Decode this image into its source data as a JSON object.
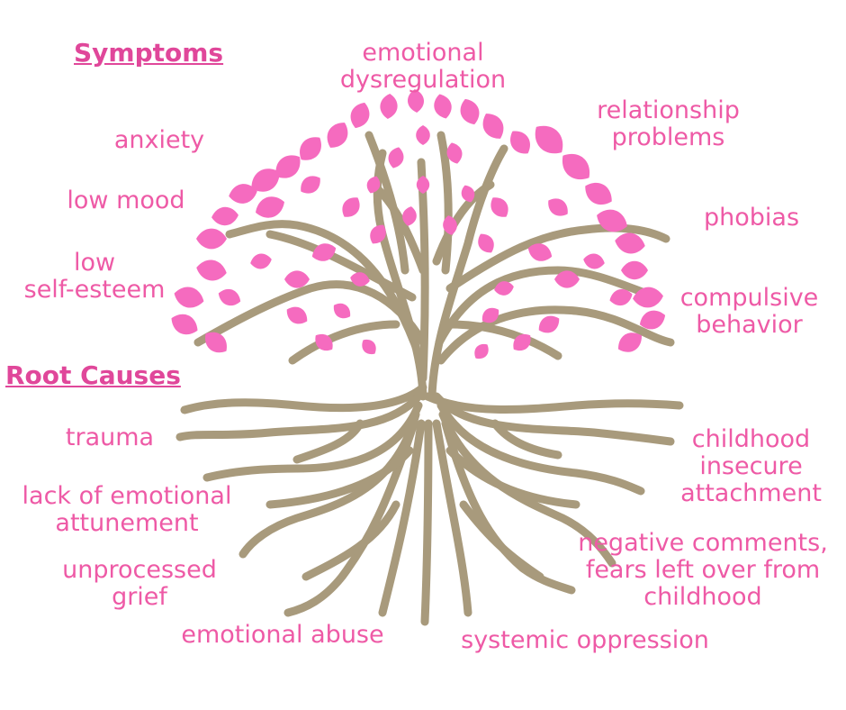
{
  "headings": {
    "symptoms": "Symptoms",
    "root_causes": "Root Causes"
  },
  "symptoms": [
    {
      "id": "emotional-dysregulation",
      "lines": [
        "emotional",
        "dysregulation"
      ]
    },
    {
      "id": "relationship-problems",
      "lines": [
        "relationship",
        "problems"
      ]
    },
    {
      "id": "anxiety",
      "lines": [
        "anxiety"
      ]
    },
    {
      "id": "low-mood",
      "lines": [
        "low mood"
      ]
    },
    {
      "id": "phobias",
      "lines": [
        "phobias"
      ]
    },
    {
      "id": "low-self-esteem",
      "lines": [
        "low",
        "self-esteem"
      ]
    },
    {
      "id": "compulsive-behavior",
      "lines": [
        "compulsive",
        "behavior"
      ]
    }
  ],
  "root_causes": [
    {
      "id": "trauma",
      "lines": [
        "trauma"
      ]
    },
    {
      "id": "childhood-insecure-attachment",
      "lines": [
        "childhood",
        "insecure",
        "attachment"
      ]
    },
    {
      "id": "lack-of-emotional-attunement",
      "lines": [
        "lack of emotional",
        "attunement"
      ]
    },
    {
      "id": "negative-comments",
      "lines": [
        "negative comments,",
        "fears left over from",
        "childhood"
      ]
    },
    {
      "id": "unprocessed-grief",
      "lines": [
        "unprocessed",
        "grief"
      ]
    },
    {
      "id": "emotional-abuse",
      "lines": [
        "emotional abuse"
      ]
    },
    {
      "id": "systemic-oppression",
      "lines": [
        "systemic oppression"
      ]
    }
  ],
  "colors": {
    "leaf": "#f56bbf",
    "branch": "#a89a7c",
    "label_text": "#ee5aa6",
    "heading_text": "#e0479a"
  }
}
